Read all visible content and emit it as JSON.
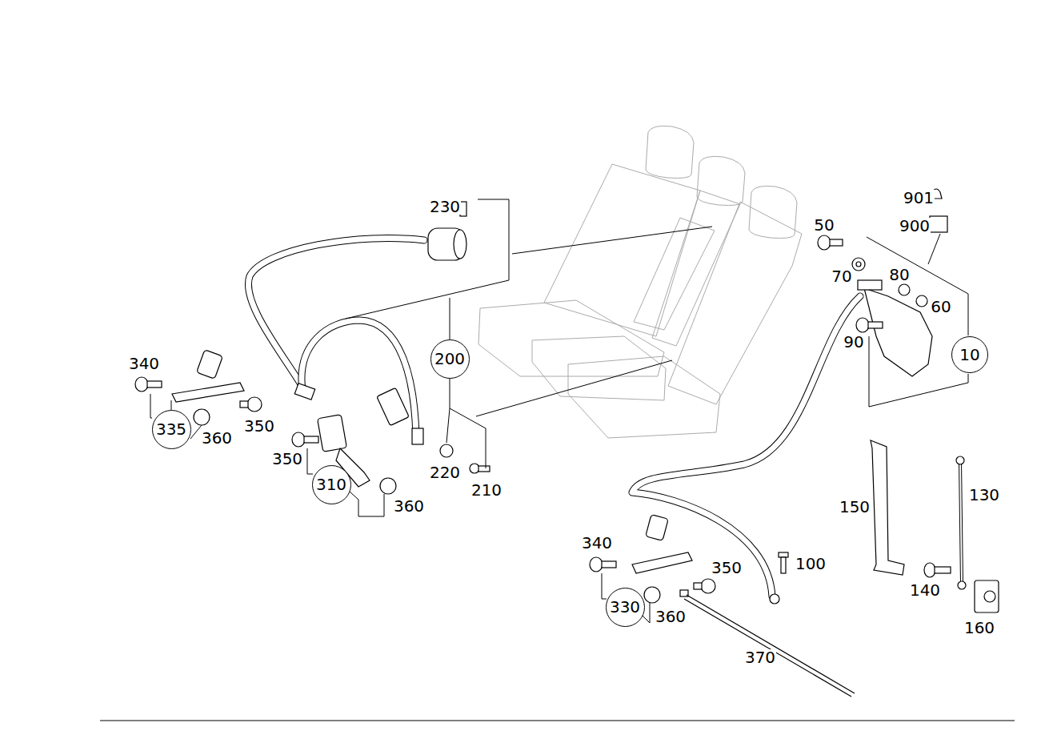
{
  "diagram": {
    "nodes": [
      {
        "text": [
          "10"
        ]
      },
      {
        "text": [
          "200"
        ]
      },
      {
        "text": [
          "335"
        ]
      },
      {
        "text": [
          "310"
        ]
      },
      {
        "text": [
          "330"
        ]
      }
    ],
    "labels": [
      "230",
      "901",
      "900",
      "50",
      "70",
      "80",
      "60",
      "90",
      "340",
      "350",
      "360",
      "350",
      "360",
      "220",
      "210",
      "150",
      "130",
      "340",
      "350",
      "100",
      "140",
      "360",
      "160",
      "370"
    ]
  }
}
